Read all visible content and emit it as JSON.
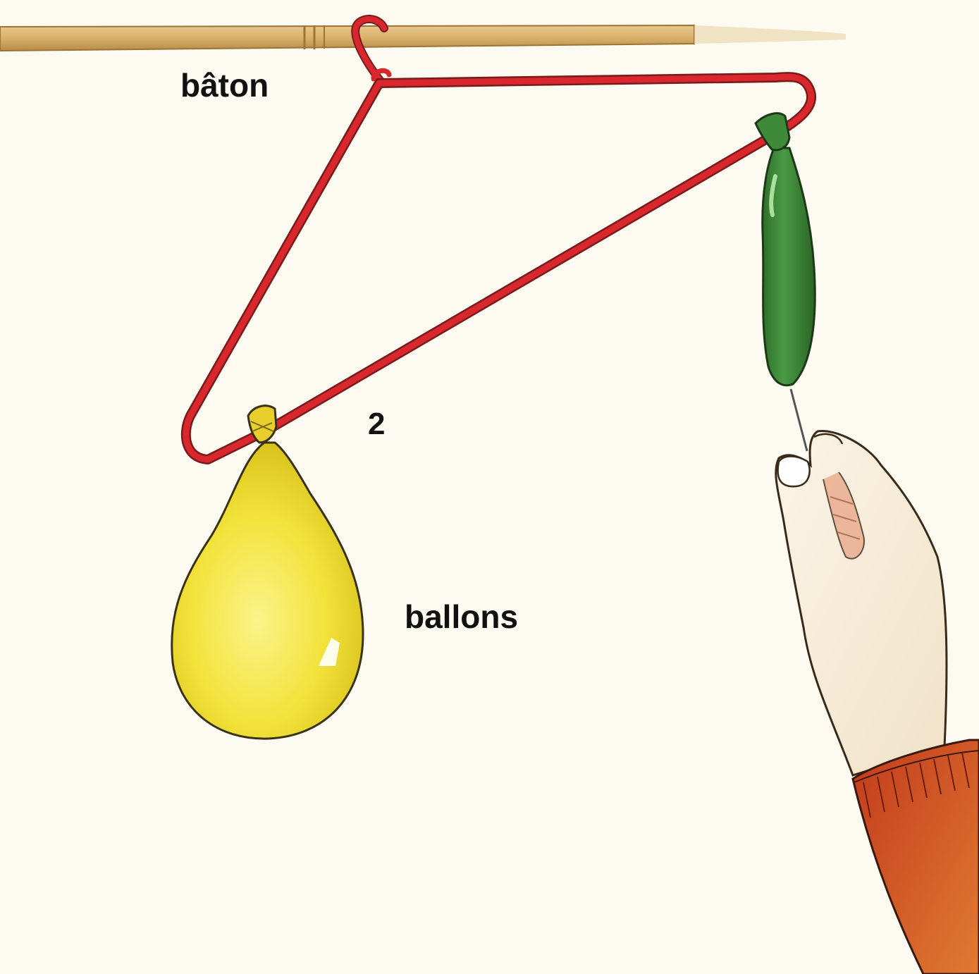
{
  "labels": {
    "stick": "bâton",
    "number": "2",
    "balloons": "ballons"
  },
  "colors": {
    "background": "#fdfbf1",
    "stick": "#d8b06a",
    "hanger": "#d8272d",
    "balloon_yellow": "#f2e23a",
    "balloon_green": "#3f8a38",
    "skin": "#f7ecd8",
    "sleeve": "#c8431f"
  }
}
